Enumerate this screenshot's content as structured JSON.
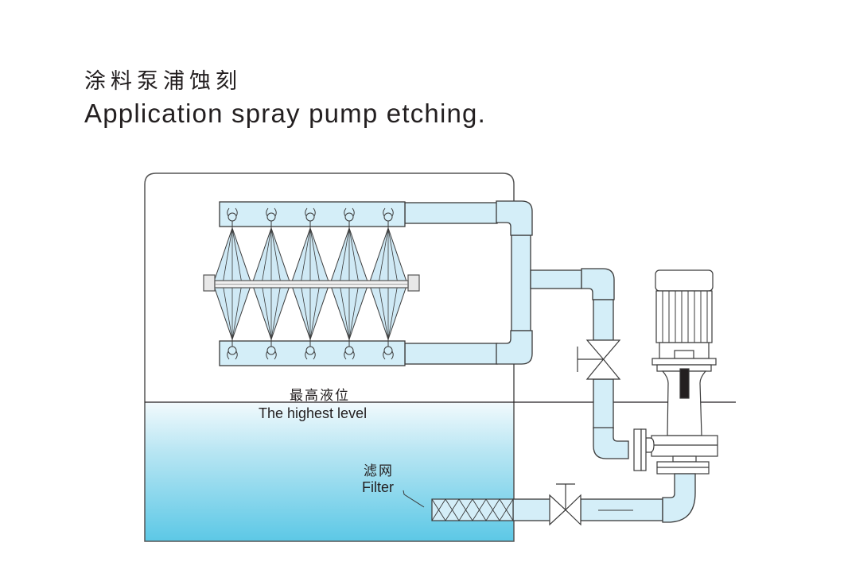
{
  "title": {
    "chinese": "涂料泵浦蚀刻",
    "english": "Application spray pump etching."
  },
  "labels": {
    "highest_level_cn": "最高液位",
    "highest_level_en": "The highest level",
    "filter_cn": "滤网",
    "filter_en": "Filter"
  },
  "components": {
    "nozzle_count_per_header": 5,
    "spray_headers": [
      "top-spray-header",
      "bottom-spray-header"
    ],
    "valves": [
      "discharge-valve",
      "suction-valve"
    ],
    "pump": "vertical-pump"
  },
  "colors": {
    "pipe_fill": "#d4eef8",
    "outline": "#3a3a3a",
    "liquid_top": "#f2fafd",
    "liquid_bottom": "#5cc8e6",
    "spray_fill": "#cfe9f5"
  }
}
